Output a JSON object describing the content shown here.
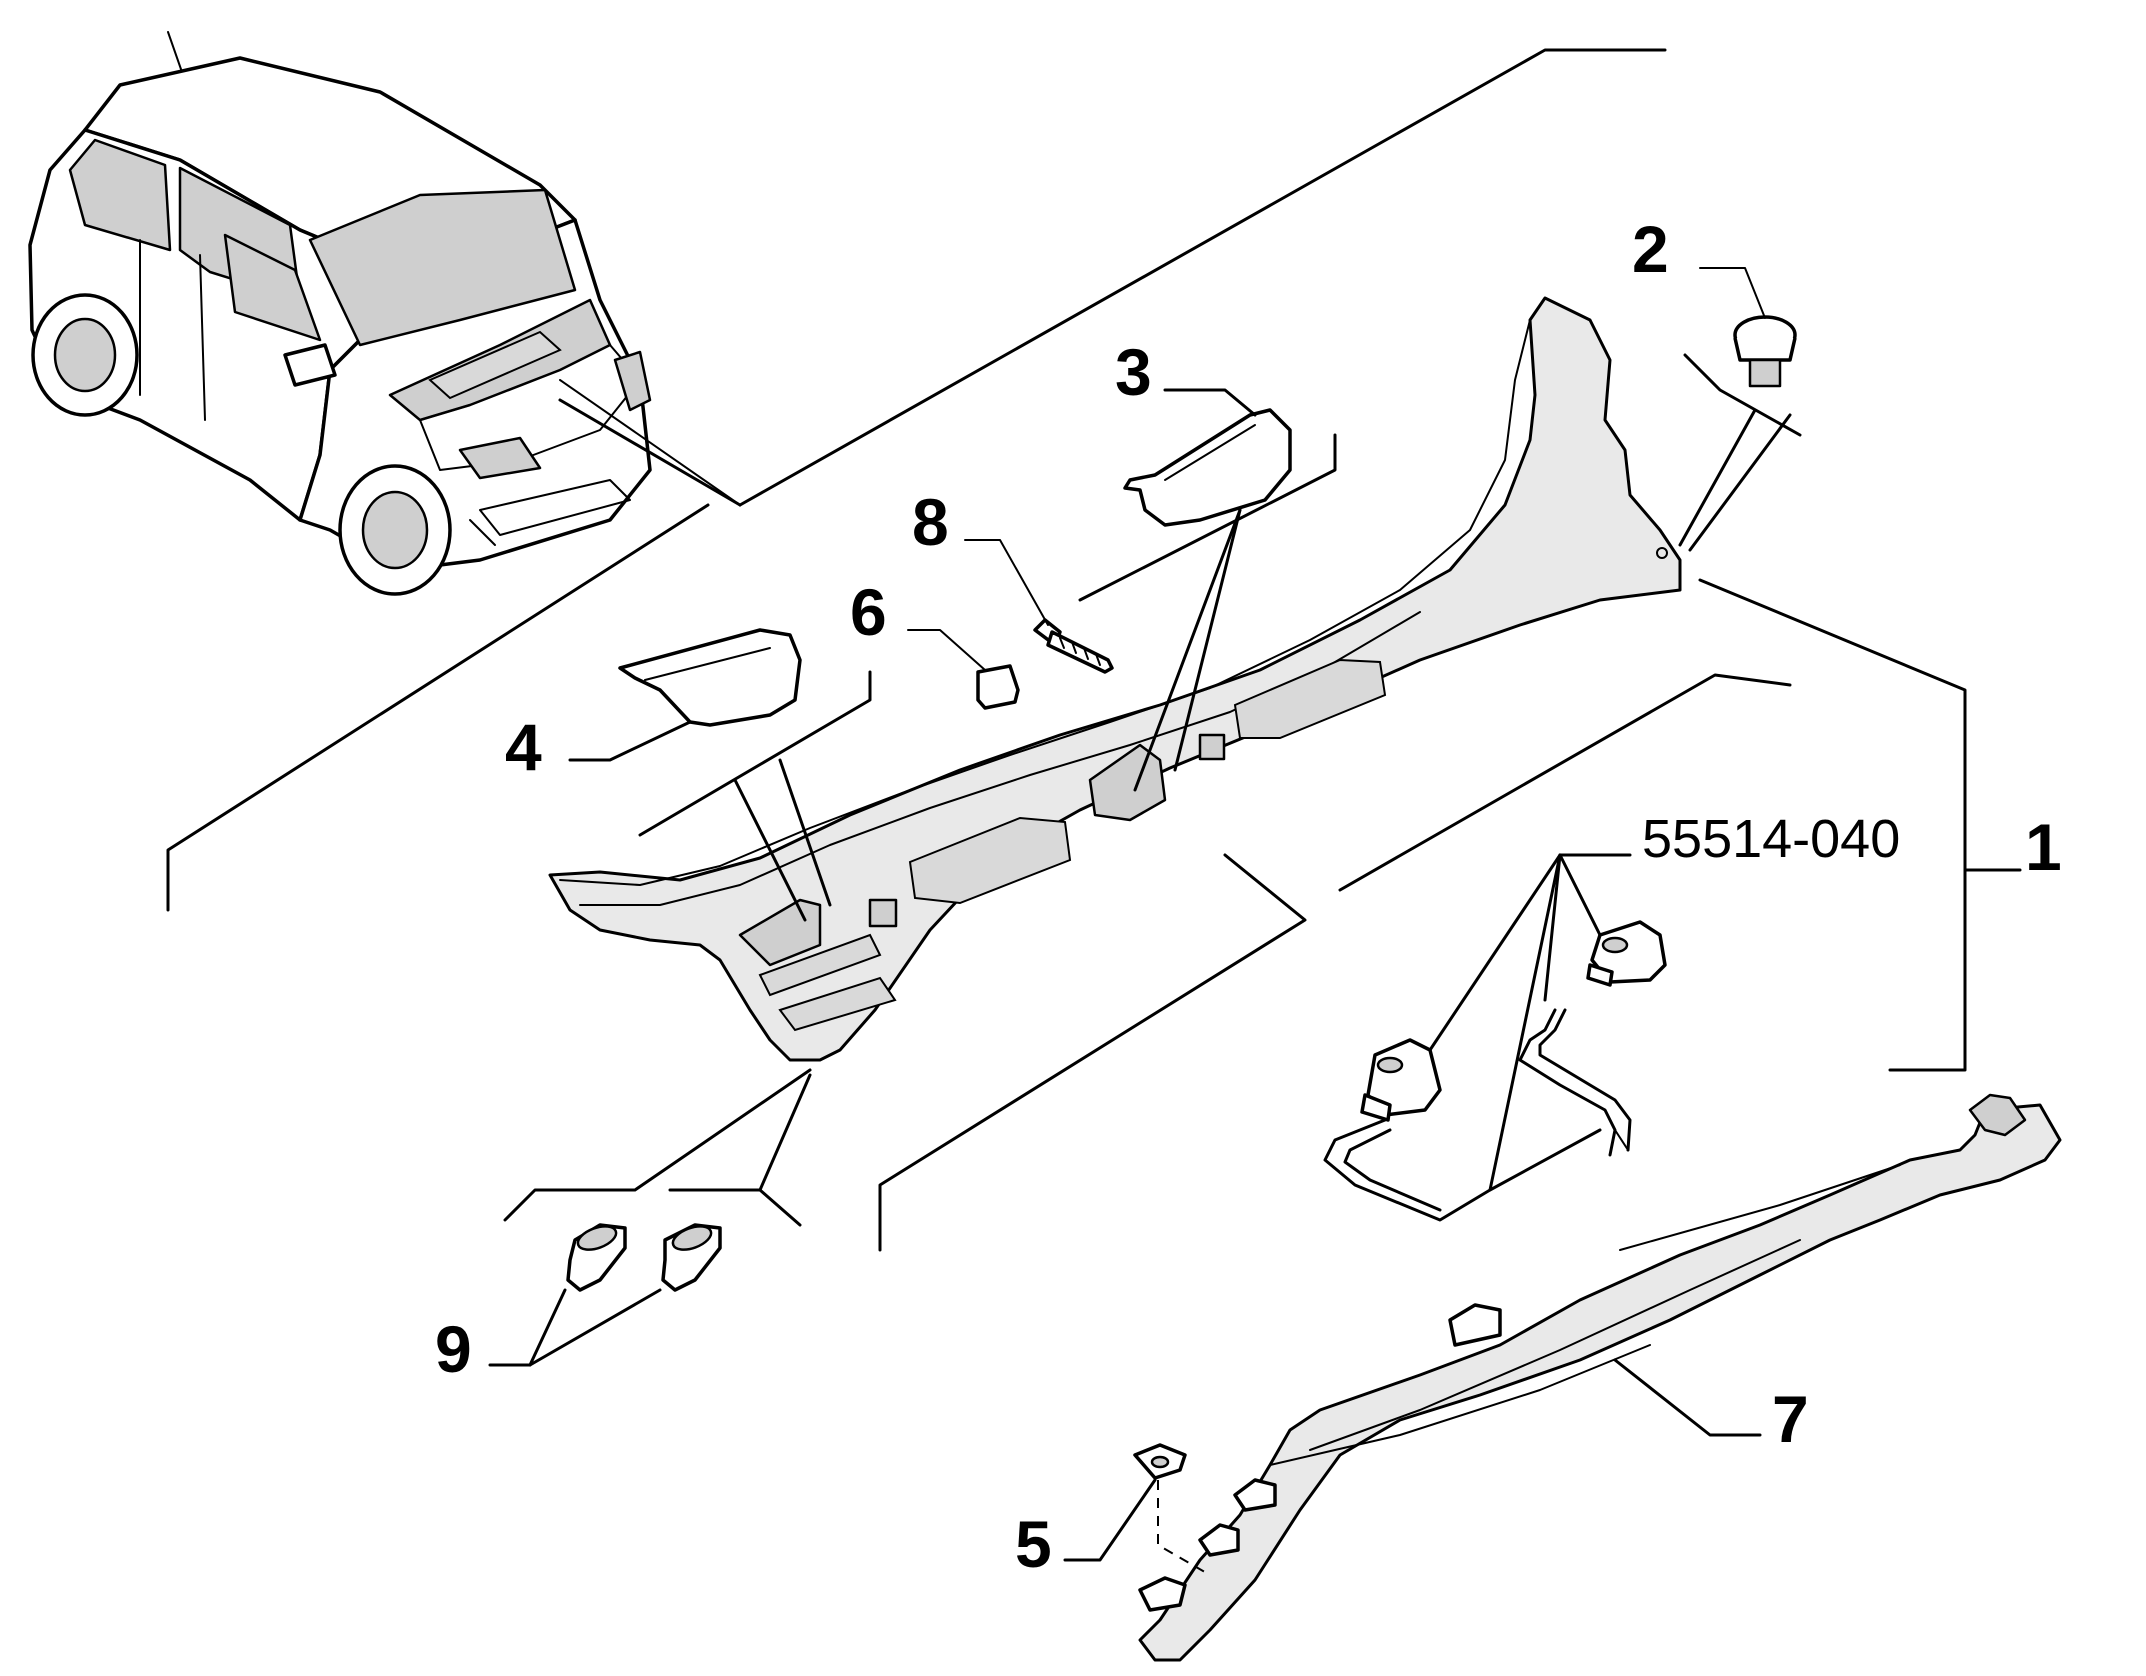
{
  "diagram": {
    "callouts": {
      "c1": "1",
      "c2": "2",
      "c3": "3",
      "c4": "4",
      "c5": "5",
      "c6": "6",
      "c7": "7",
      "c8": "8",
      "c9": "9"
    },
    "part_number": "55514-040",
    "colors": {
      "line": "#000000",
      "part_fill": "#e9e9e9",
      "background": "#ffffff"
    }
  }
}
